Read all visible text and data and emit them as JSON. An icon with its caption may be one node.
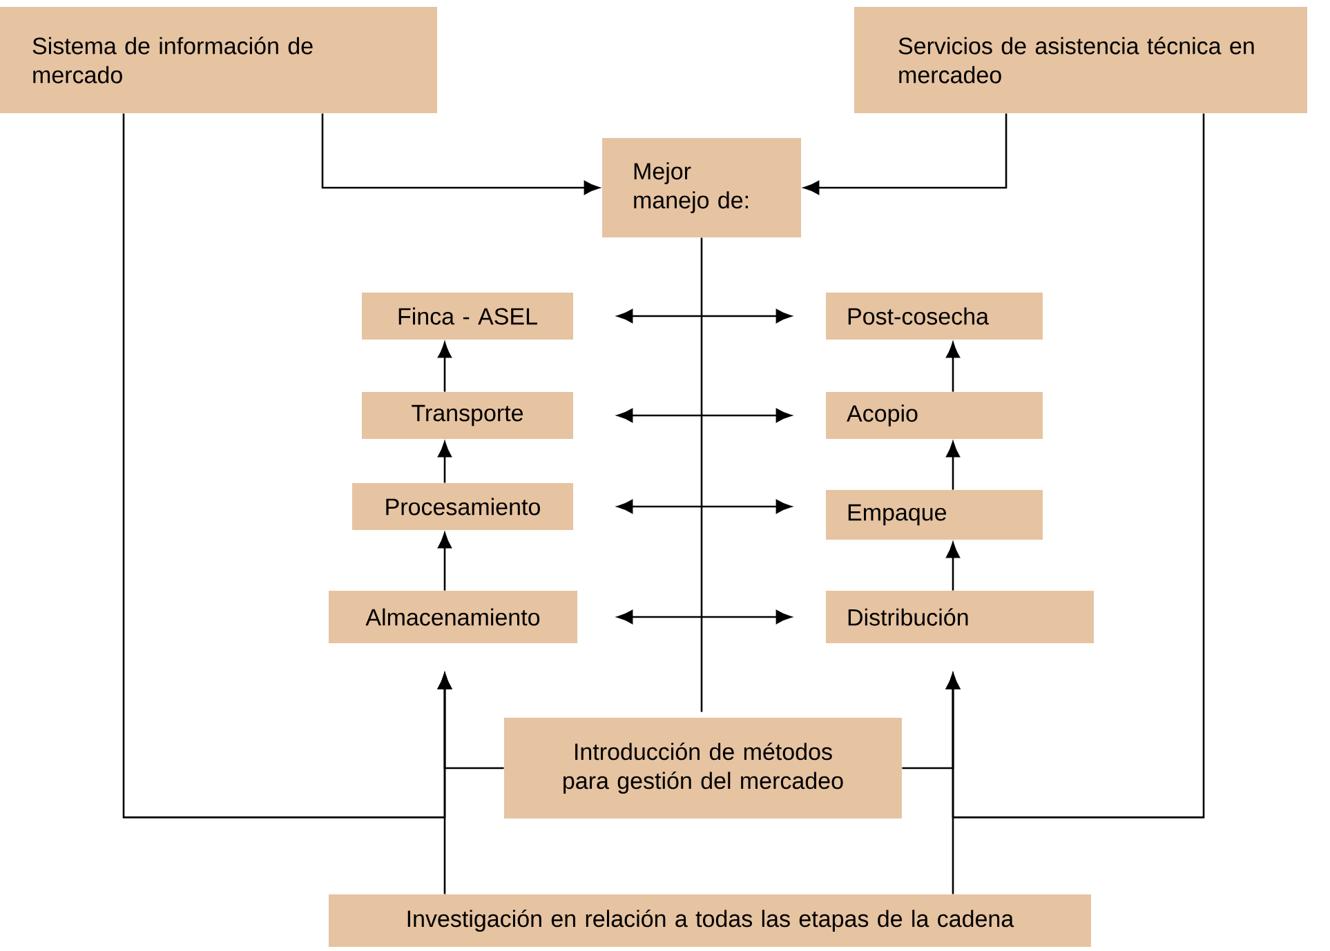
{
  "diagram": {
    "nodes": [
      {
        "text": [
          "Sistema de información de mercado"
        ]
      },
      {
        "text": [
          "Servicios de asistencia técnica en mercadeo"
        ]
      },
      {
        "text": [
          "Mejor manejo de:"
        ]
      },
      {
        "text": [
          "Finca - ASEL"
        ]
      },
      {
        "text": [
          "Post-cosecha"
        ]
      },
      {
        "text": [
          "Transporte"
        ]
      },
      {
        "text": [
          "Acopio"
        ]
      },
      {
        "text": [
          "Procesamiento"
        ]
      },
      {
        "text": [
          "Empaque"
        ]
      },
      {
        "text": [
          "Almacenamiento"
        ]
      },
      {
        "text": [
          "Distribución"
        ]
      },
      {
        "text": [
          "Introducción de métodos para gestión del mercadeo"
        ]
      },
      {
        "text": [
          "Investigación en relación a todas las etapas de la cadena"
        ]
      }
    ],
    "edges": [
      {
        "from": 0,
        "to": 2,
        "arrow": "to"
      },
      {
        "from": 1,
        "to": 2,
        "arrow": "to"
      },
      {
        "from": 2,
        "to": 11,
        "arrow": "none"
      },
      {
        "from": 3,
        "to": 4,
        "arrow": "both"
      },
      {
        "from": 5,
        "to": 6,
        "arrow": "both"
      },
      {
        "from": 7,
        "to": 8,
        "arrow": "both"
      },
      {
        "from": 9,
        "to": 10,
        "arrow": "both"
      },
      {
        "from": 5,
        "to": 3,
        "arrow": "to"
      },
      {
        "from": 7,
        "to": 5,
        "arrow": "to"
      },
      {
        "from": 9,
        "to": 7,
        "arrow": "to"
      },
      {
        "from": 6,
        "to": 4,
        "arrow": "to"
      },
      {
        "from": 8,
        "to": 6,
        "arrow": "to"
      },
      {
        "from": 10,
        "to": 8,
        "arrow": "to"
      },
      {
        "from": 11,
        "to": 9,
        "arrow": "to"
      },
      {
        "from": 11,
        "to": 10,
        "arrow": "to"
      },
      {
        "from": 0,
        "to": 9,
        "arrow": "to"
      },
      {
        "from": 1,
        "to": 10,
        "arrow": "to"
      },
      {
        "from": 12,
        "to": 9,
        "arrow": "to"
      },
      {
        "from": 12,
        "to": 10,
        "arrow": "to"
      }
    ]
  }
}
